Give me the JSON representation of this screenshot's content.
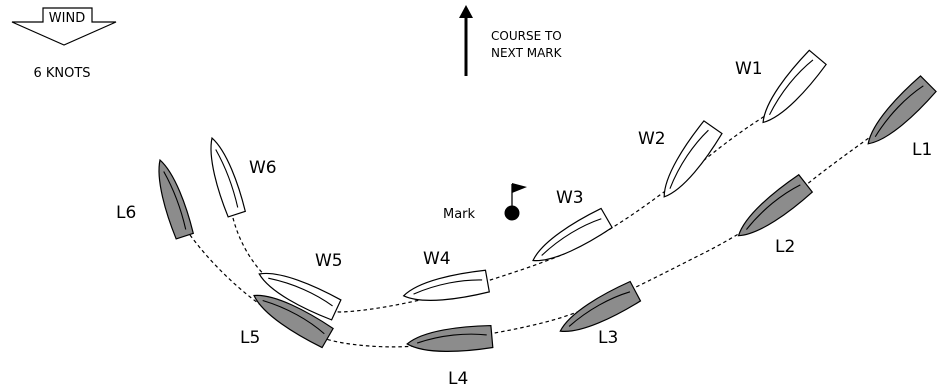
{
  "wind": {
    "label": "WIND",
    "speed": "6 KNOTS"
  },
  "course": {
    "label_line1": "COURSE TO",
    "label_line2": "NEXT MARK"
  },
  "mark": {
    "label": "Mark"
  },
  "colors": {
    "windward_hull": "#ffffff",
    "leeward_hull": "#8c8c8c",
    "outline": "#000000"
  },
  "boats": {
    "windward": [
      "W1",
      "W2",
      "W3",
      "W4",
      "W5",
      "W6"
    ],
    "leeward": [
      "L1",
      "L2",
      "L3",
      "L4",
      "L5",
      "L6"
    ]
  }
}
